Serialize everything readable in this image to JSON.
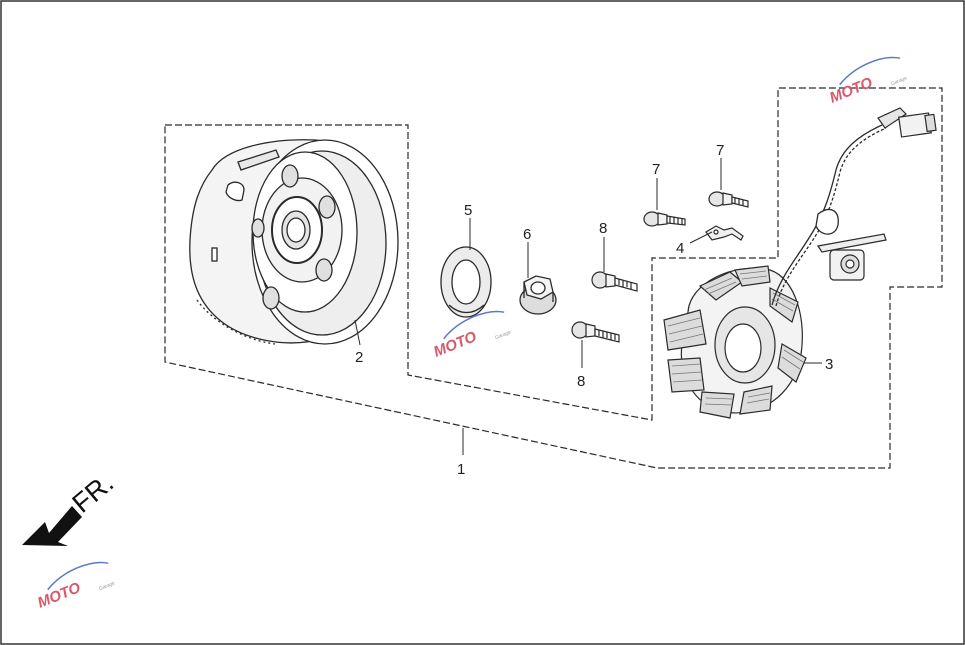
{
  "callouts": {
    "c1": "1",
    "c2": "2",
    "c3": "3",
    "c4": "4",
    "c5": "5",
    "c6": "6",
    "c7a": "7",
    "c7b": "7",
    "c8a": "8",
    "c8b": "8"
  },
  "direction_label": "FR.",
  "watermark": {
    "text": "MOTO",
    "sub": "Garage"
  },
  "colors": {
    "line": "#2a2a2a",
    "watermark_red": "#d9596a",
    "watermark_blue": "#5a79c8",
    "watermark_gray": "#9a9a9a"
  }
}
